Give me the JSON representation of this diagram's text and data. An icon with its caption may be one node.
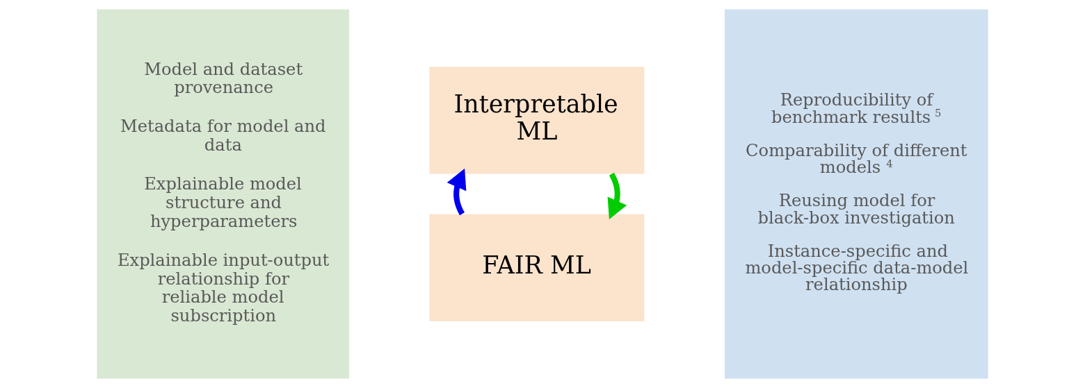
{
  "diagram": {
    "nodes": [
      {
        "text": [
          "Model and dataset provenance",
          "Metadata for model and data",
          "Explainable model structure and hyperparameters",
          "Explainable input-output relationship for reliable model subscription"
        ]
      },
      {
        "text": [
          "Interpretable ML"
        ]
      },
      {
        "text": [
          "FAIR ML"
        ]
      },
      {
        "text": [
          "Reproducibility of benchmark results $^{5}$",
          "Comparability of different models $^{4}$",
          "Reusing model for black-box investigation",
          "Instance-specific and model-specific data-model relationship"
        ]
      }
    ],
    "edges": [
      {
        "from": 1,
        "to": 2,
        "arrow": "to",
        "color": "#00cc00"
      },
      {
        "from": 2,
        "to": 1,
        "arrow": "to",
        "color": "#0000ee"
      }
    ]
  }
}
